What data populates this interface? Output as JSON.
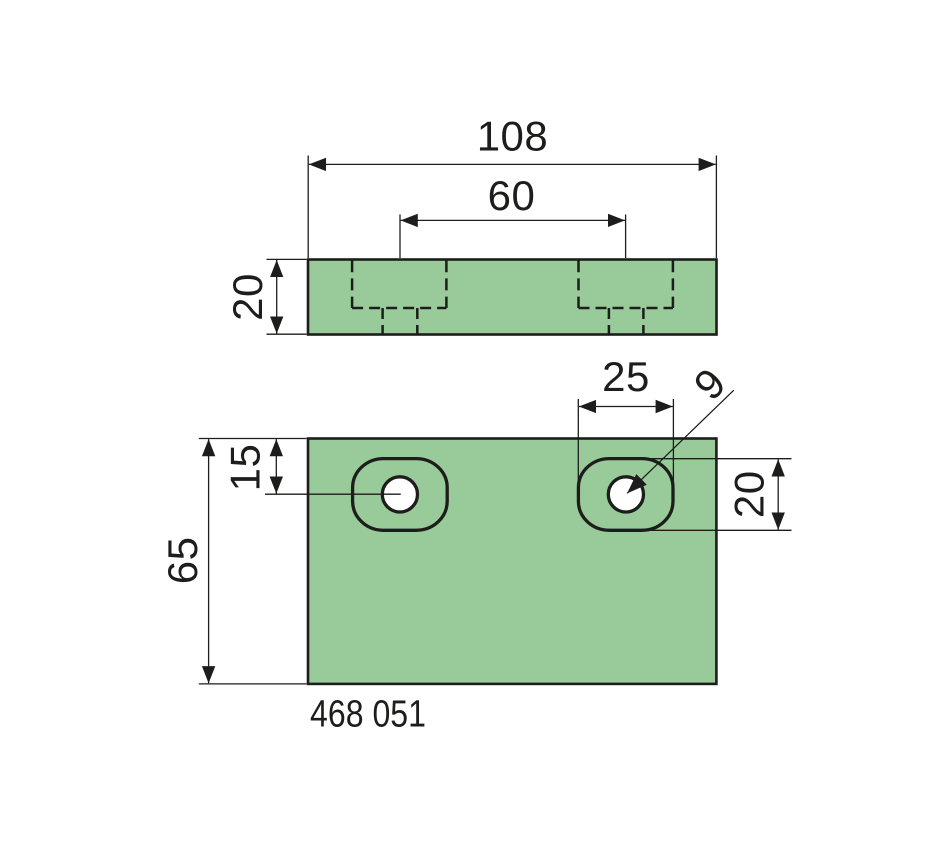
{
  "drawing": {
    "type": "technical-drawing",
    "part_number": "468 051",
    "units": "mm",
    "colors": {
      "part_fill": "#99cb9a",
      "line": "#1d1d1b",
      "background": "#ffffff"
    },
    "top_view": {
      "description": "side/section view of plate, thickness with hidden slot and hole lines",
      "dim_overall_width": "108",
      "dim_hole_spacing": "60",
      "dim_thickness": "20"
    },
    "front_view": {
      "description": "front view of plate with two slotted holes",
      "dim_overall_height": "65",
      "dim_hole_center_from_top": "15",
      "dim_slot_width": "25",
      "dim_hole_diameter": "9",
      "dim_slot_height": "20"
    }
  }
}
